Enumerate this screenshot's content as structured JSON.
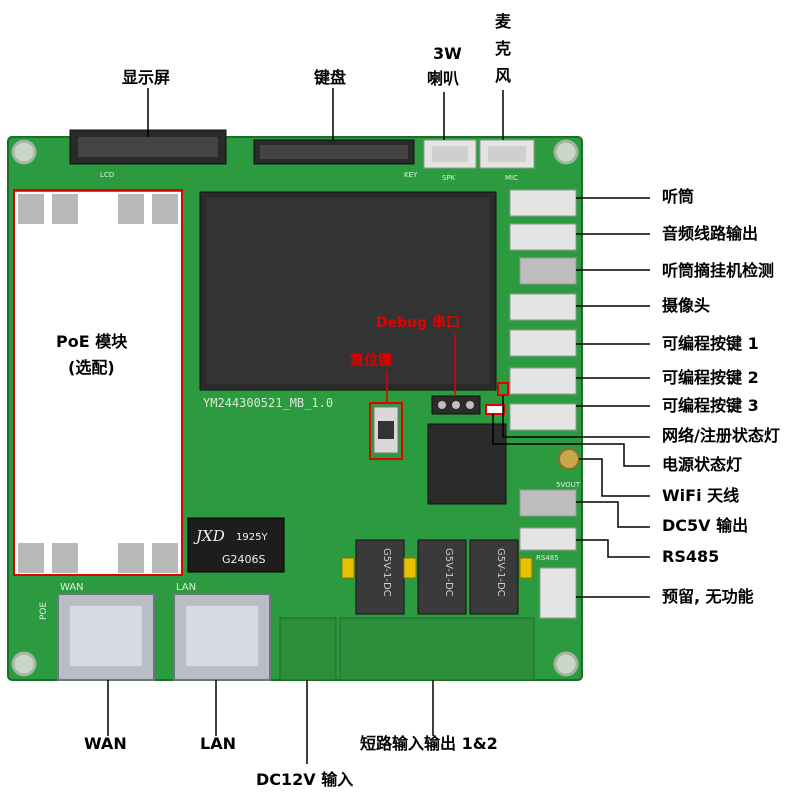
{
  "labels": {
    "display": "显示屏",
    "keyboard": "键盘",
    "speaker_3w": "3W",
    "speaker_label": "喇叭",
    "microphone": "麦克风",
    "poe_module": "PoE 模块",
    "poe_optional": "(选配)",
    "debug_port": "Debug 串口",
    "reset_key": "复位键",
    "wan": "WAN",
    "lan": "LAN",
    "dc12v_input": "DC12V 输入",
    "short_io": "短路输入输出 1&2"
  },
  "right_labels": [
    "听筒",
    "音频线路输出",
    "听筒摘挂机检测",
    "摄像头",
    "可编程按键 1",
    "可编程按键 2",
    "可编程按键 3",
    "网络/注册状态灯",
    "电源状态灯",
    "WiFi 天线",
    "DC5V 输出",
    "RS485",
    "预留, 无功能"
  ],
  "board_text": {
    "model": "YM244300521_MB_1.0",
    "module_brand": "JXD",
    "module_code1": "1925Y",
    "module_code2": "G2406S",
    "relay1": "G5V-1-DC",
    "relay2": "G5V-1-DC",
    "relay3": "G5V-1-DC",
    "silk_wan": "WAN",
    "silk_lan": "LAN",
    "silk_poe": "POE",
    "silk_lcd": "LCD",
    "silk_key": "KEY",
    "silk_spk": "SPK",
    "silk_mic": "MIC",
    "silk_rs485": "RS485",
    "silk_5vout": "5VOUT"
  },
  "colors": {
    "pcb": "#2c9a3e",
    "callout_line": "#e30000",
    "leader_line": "#000000"
  }
}
